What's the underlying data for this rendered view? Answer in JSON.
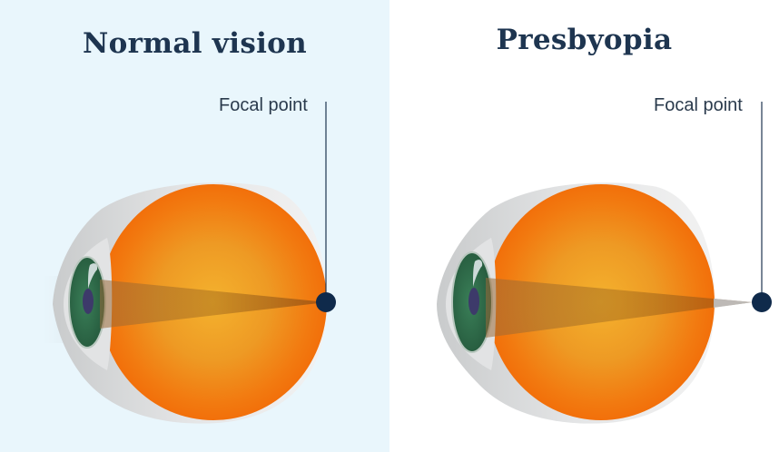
{
  "colors": {
    "left_background": "#e9f6fc",
    "right_background": "#ffffff",
    "title": "#1e3550",
    "focal_dot": "#0f2a4b",
    "eyeball_outer": "#f36a06",
    "eyeball_inner": "#f3ae2c",
    "iris": "#2d6a49",
    "pupil": "#3d3a6a",
    "sclera": "#dcdcdc"
  },
  "panels": [
    {
      "title": "Normal vision",
      "focal_label": "Focal point",
      "focal_point_position": "on retina"
    },
    {
      "title": "Presbyopia",
      "focal_label": "Focal point",
      "focal_point_position": "behind retina"
    }
  ]
}
